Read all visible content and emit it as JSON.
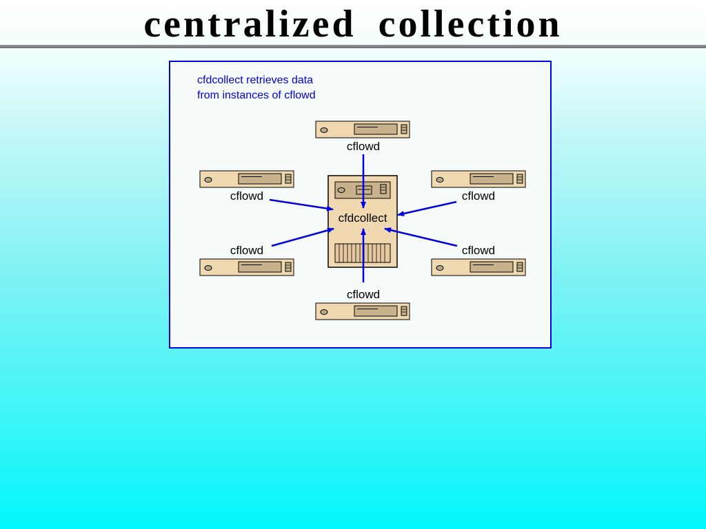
{
  "slide": {
    "title": "centralized  collection"
  },
  "diagram": {
    "caption_lines": [
      "cfdcollect retrieves data",
      "from instances of cflowd"
    ],
    "central_node_label": "cfdcollect",
    "peripheral_node_labels": [
      "cflowd",
      "cflowd",
      "cflowd",
      "cflowd",
      "cflowd",
      "cflowd"
    ],
    "colors": {
      "border": "#0000e0",
      "arrow": "#0000e0",
      "server_fill": "#f0d8b0",
      "background_top": "#ffffff",
      "background_bottom": "#00f6fb"
    }
  }
}
